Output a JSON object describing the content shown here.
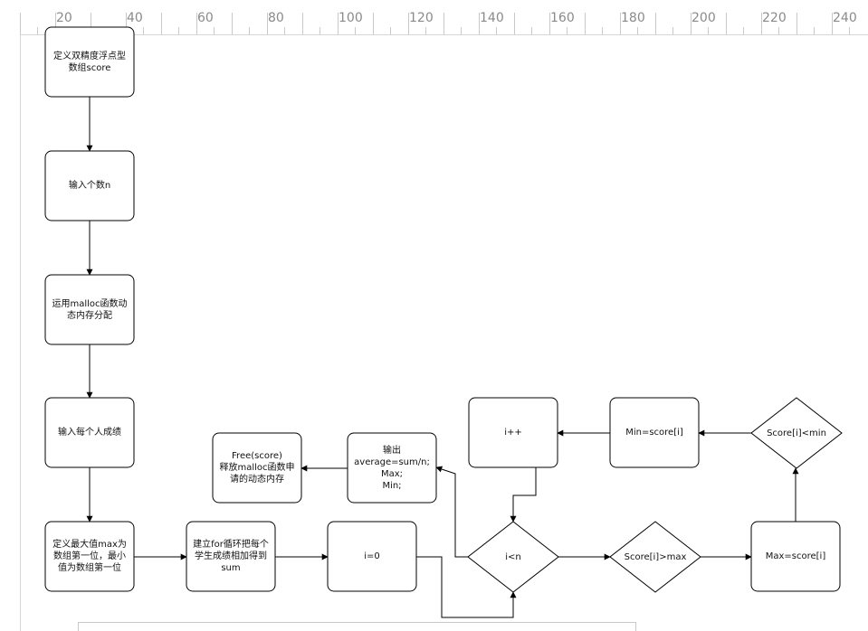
{
  "ruler": {
    "labels": [
      "20",
      "40",
      "60",
      "80",
      "100",
      "120",
      "140",
      "160",
      "180",
      "200",
      "220",
      "240"
    ]
  },
  "nodes": {
    "define_score": "定义双精度浮点型\n数组score",
    "input_n": "输入个数n",
    "malloc": "运用malloc函数动\n态内存分配",
    "input_scores": "输入每个人成绩",
    "define_maxmin": "定义最大值max为\n数组第一位，最小\n值为数组第一位",
    "for_sum": "建立for循环把每个\n学生成绩相加得到\nsum",
    "i_init": "i=0",
    "cond_i_n": "i<n",
    "cond_max": "Score[i]>max",
    "assign_max": "Max=score[i]",
    "cond_min": "Score[i]<min",
    "assign_min": "Min=score[i]",
    "incr": "i++",
    "output": "输出\naverage=sum/n;\nMax;\nMin;",
    "free": "Free(score)\n释放malloc函数申\n请的动态内存"
  },
  "colors": {
    "stroke": "#000000",
    "fill": "#ffffff",
    "ruler_text": "#8a8a8a"
  }
}
